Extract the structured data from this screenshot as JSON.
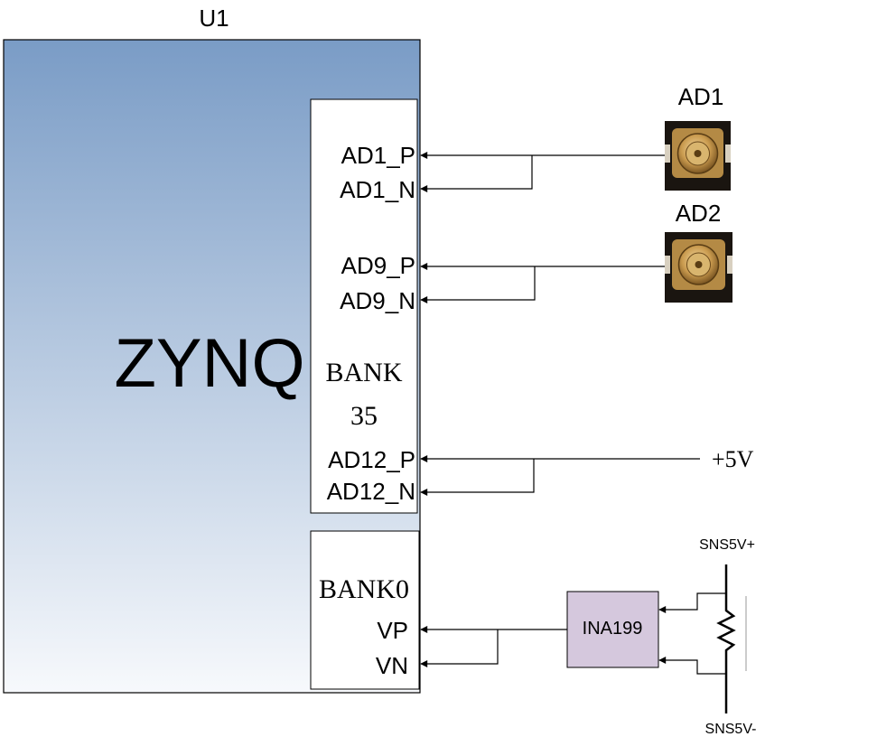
{
  "chip": {
    "ref": "U1",
    "name": "ZYNQ",
    "colors": {
      "gradient_top": "#7a9cc6",
      "gradient_bottom": "#f7f9fc"
    }
  },
  "bank35": {
    "label_line1": "BANK",
    "label_line2": "35",
    "pins": [
      "AD1_P",
      "AD1_N",
      "AD9_P",
      "AD9_N",
      "AD12_P",
      "AD12_N"
    ]
  },
  "bank0": {
    "label": "BANK0",
    "pins": [
      "VP",
      "VN"
    ]
  },
  "connectors": [
    {
      "label": "AD1",
      "icon": "sma-connector-icon"
    },
    {
      "label": "AD2",
      "icon": "sma-connector-icon"
    }
  ],
  "supply": {
    "label": "+5V"
  },
  "sensor": {
    "amp_label": "INA199",
    "amp_color": "#d5c8dd",
    "rail_top": "SNS5V+",
    "rail_bottom": "SNS5V-",
    "icon": "shunt-resistor-icon"
  }
}
